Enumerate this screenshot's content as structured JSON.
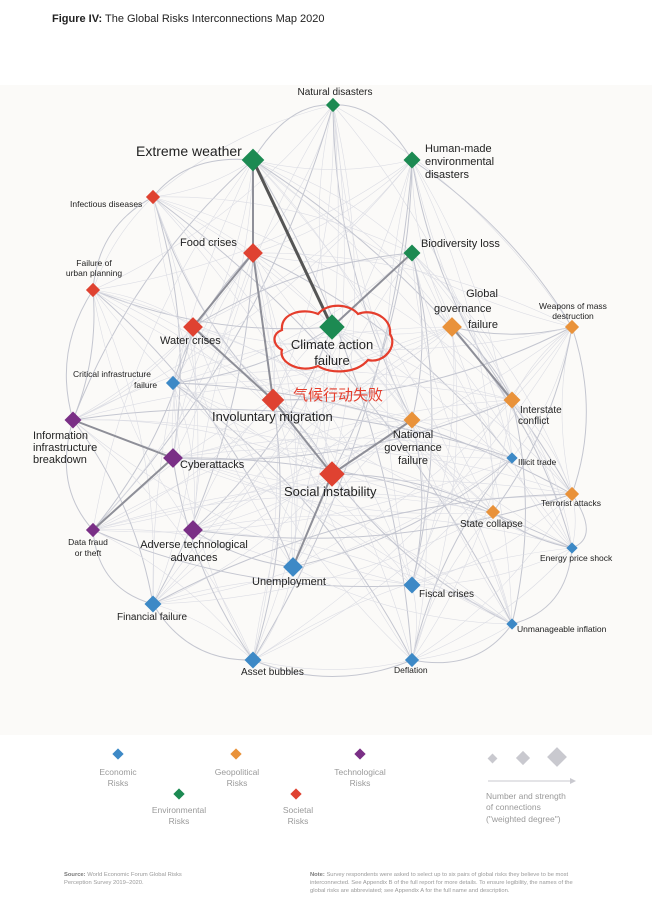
{
  "header": {
    "figure_label": "Figure IV:",
    "title": "The Global Risks Interconnections Map 2020"
  },
  "colors": {
    "economic": "#3d89c6",
    "environmental": "#1c8a52",
    "geopolitical": "#e9923a",
    "societal": "#df4231",
    "technological": "#7a2f86",
    "annotation": "#e53d2c"
  },
  "nodes": [
    {
      "id": "natural-disasters",
      "label": "Natural disasters",
      "category": "environmental"
    },
    {
      "id": "extreme-weather",
      "label": "Extreme weather",
      "category": "environmental"
    },
    {
      "id": "human-made-disasters",
      "label": "Human-made environmental disasters",
      "category": "environmental"
    },
    {
      "id": "infectious-diseases",
      "label": "Infectious diseases",
      "category": "societal"
    },
    {
      "id": "food-crises",
      "label": "Food crises",
      "category": "societal"
    },
    {
      "id": "biodiversity-loss",
      "label": "Biodiversity loss",
      "category": "environmental"
    },
    {
      "id": "urban-planning",
      "label": "Failure of urban planning",
      "category": "societal"
    },
    {
      "id": "global-governance",
      "label": "Global governance failure",
      "category": "geopolitical"
    },
    {
      "id": "wmd",
      "label": "Weapons of mass destruction",
      "category": "geopolitical"
    },
    {
      "id": "climate-action",
      "label": "Climate action failure",
      "category": "environmental"
    },
    {
      "id": "water-crises",
      "label": "Water crises",
      "category": "societal"
    },
    {
      "id": "critical-infrastructure",
      "label": "Critical infrastructure failure",
      "category": "economic"
    },
    {
      "id": "involuntary-migration",
      "label": "Involuntary migration",
      "category": "societal"
    },
    {
      "id": "interstate-conflict",
      "label": "Interstate conflict",
      "category": "geopolitical"
    },
    {
      "id": "info-infrastructure",
      "label": "Information infrastructure breakdown",
      "category": "technological"
    },
    {
      "id": "national-governance",
      "label": "National governance failure",
      "category": "geopolitical"
    },
    {
      "id": "illicit-trade",
      "label": "Illicit trade",
      "category": "economic"
    },
    {
      "id": "cyberattacks",
      "label": "Cyberattacks",
      "category": "technological"
    },
    {
      "id": "social-instability",
      "label": "Social instability",
      "category": "societal"
    },
    {
      "id": "terrorist-attacks",
      "label": "Terrorist attacks",
      "category": "geopolitical"
    },
    {
      "id": "data-fraud",
      "label": "Data fraud or theft",
      "category": "technological"
    },
    {
      "id": "adverse-tech",
      "label": "Adverse technological advances",
      "category": "technological"
    },
    {
      "id": "state-collapse",
      "label": "State collapse",
      "category": "geopolitical"
    },
    {
      "id": "energy-price",
      "label": "Energy price shock",
      "category": "economic"
    },
    {
      "id": "unemployment",
      "label": "Unemployment",
      "category": "economic"
    },
    {
      "id": "fiscal-crises",
      "label": "Fiscal crises",
      "category": "economic"
    },
    {
      "id": "financial-failure",
      "label": "Financial failure",
      "category": "economic"
    },
    {
      "id": "unmanageable-inflation",
      "label": "Unmanageable inflation",
      "category": "economic"
    },
    {
      "id": "asset-bubbles",
      "label": "Asset bubbles",
      "category": "economic"
    },
    {
      "id": "deflation",
      "label": "Deflation",
      "category": "economic"
    }
  ],
  "strong_links": [
    [
      "extreme-weather",
      "climate-action"
    ],
    [
      "climate-action",
      "biodiversity-loss"
    ],
    [
      "extreme-weather",
      "food-crises"
    ],
    [
      "food-crises",
      "water-crises"
    ],
    [
      "water-crises",
      "involuntary-migration"
    ],
    [
      "involuntary-migration",
      "social-instability"
    ],
    [
      "social-instability",
      "unemployment"
    ],
    [
      "info-infrastructure",
      "cyberattacks"
    ],
    [
      "cyberattacks",
      "data-fraud"
    ],
    [
      "global-governance",
      "interstate-conflict"
    ],
    [
      "national-governance",
      "social-instability"
    ],
    [
      "food-crises",
      "involuntary-migration"
    ]
  ],
  "labels": {
    "natural_disasters": "Natural disasters",
    "extreme_weather": "Extreme weather",
    "human_made_1": "Human-made",
    "human_made_2": "environmental",
    "human_made_3": "disasters",
    "infectious_diseases": "Infectious diseases",
    "food_crises": "Food crises",
    "biodiversity_loss": "Biodiversity loss",
    "urban_planning_1": "Failure of",
    "urban_planning_2": "urban planning",
    "global_governance_1": "Global",
    "global_governance_2": "governance",
    "global_governance_3": "failure",
    "wmd_1": "Weapons of mass",
    "wmd_2": "destruction",
    "climate_action_1": "Climate action",
    "climate_action_2": "failure",
    "water_crises": "Water crises",
    "critical_infra_1": "Critical infrastructure",
    "critical_infra_2": "failure",
    "involuntary_migration": "Involuntary migration",
    "interstate_1": "Interstate",
    "interstate_2": "conflict",
    "info_infra_1": "Information",
    "info_infra_2": "infrastructure",
    "info_infra_3": "breakdown",
    "national_gov_1": "National",
    "national_gov_2": "governance",
    "national_gov_3": "failure",
    "illicit_trade": "Illicit trade",
    "cyberattacks": "Cyberattacks",
    "social_instability": "Social instability",
    "terrorist_attacks": "Terrorist attacks",
    "data_fraud_1": "Data fraud",
    "data_fraud_2": "or theft",
    "adverse_tech_1": "Adverse technological",
    "adverse_tech_2": "advances",
    "state_collapse": "State collapse",
    "energy_price": "Energy price shock",
    "unemployment": "Unemployment",
    "fiscal_crises": "Fiscal crises",
    "financial_failure": "Financial failure",
    "unmanageable_inflation": "Unmanageable inflation",
    "asset_bubbles": "Asset bubbles",
    "deflation": "Deflation"
  },
  "annotation": {
    "text": "气候行动失败",
    "highlighted_node": "Climate action failure"
  },
  "legend": {
    "economic_1": "Economic",
    "economic_2": "Risks",
    "environmental_1": "Environmental",
    "environmental_2": "Risks",
    "geopolitical_1": "Geopolitical",
    "geopolitical_2": "Risks",
    "societal_1": "Societal",
    "societal_2": "Risks",
    "technological_1": "Technological",
    "technological_2": "Risks",
    "degree_1": "Number and strength",
    "degree_2": "of connections",
    "degree_3": "(\"weighted degree\")"
  },
  "footer": {
    "source_label": "Source:",
    "source_text": "World Economic Forum Global Risks",
    "source_text_2": "Perception Survey 2019–2020.",
    "note_label": "Note:",
    "note_1": "Survey respondents were asked to select up to six pairs of global risks they believe to be most",
    "note_2": "interconnected. See Appendix B of the full report for more details. To ensure legibility, the names of the",
    "note_3": "global risks are abbreviated; see Appendix A for the full name and description."
  }
}
